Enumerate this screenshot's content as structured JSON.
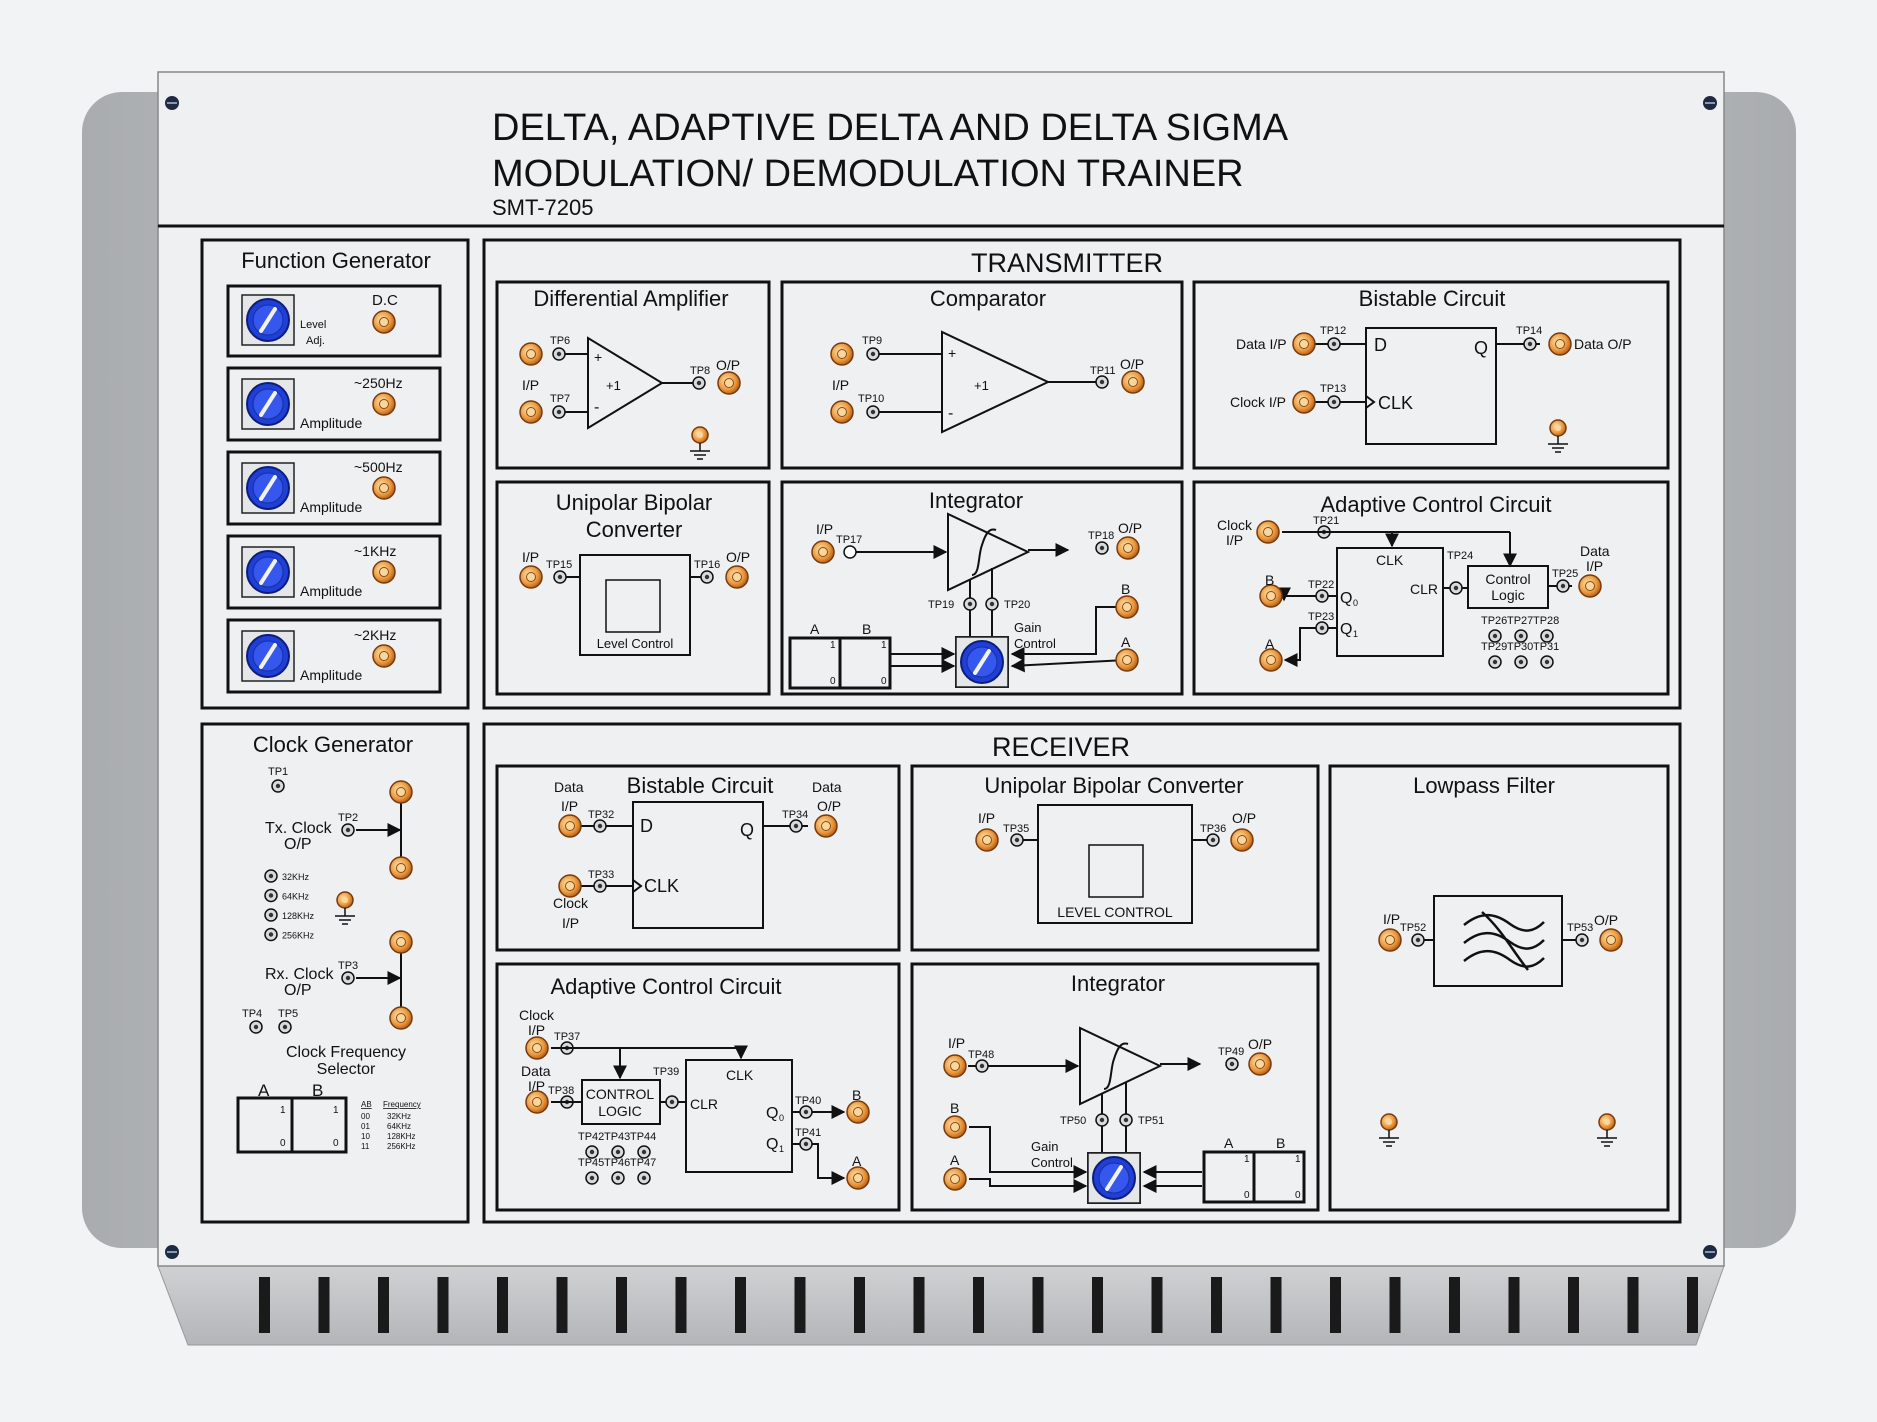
{
  "header": {
    "title_line1": "DELTA, ADAPTIVE DELTA AND DELTA SIGMA",
    "title_line2": "MODULATION/ DEMODULATION TRAINER",
    "model": "SMT-7205"
  },
  "function_generator": {
    "title": "Function Generator",
    "dc_label": "D.C",
    "level_adj_line1": "Level",
    "level_adj_line2": "Adj.",
    "rows": [
      {
        "freq": "~250Hz",
        "label": "Amplitude"
      },
      {
        "freq": "~500Hz",
        "label": "Amplitude"
      },
      {
        "freq": "~1KHz",
        "label": "Amplitude"
      },
      {
        "freq": "~2KHz",
        "label": "Amplitude"
      }
    ]
  },
  "clock_generator": {
    "title": "Clock Generator",
    "tx_clock": "Tx. Clock",
    "rx_clock": "Rx. Clock",
    "op": "O/P",
    "tp1": "TP1",
    "tp2": "TP2",
    "tp3": "TP3",
    "tp4": "TP4",
    "tp5": "TP5",
    "freq_leds": [
      "32KHz",
      "64KHz",
      "128KHz",
      "256KHz"
    ],
    "selector_line1": "Clock Frequency",
    "selector_line2": "Selector",
    "switch_a": "A",
    "switch_b": "B",
    "sw_one": "1",
    "sw_zero": "0",
    "table_head_ab": "AB",
    "table_head_freq": "Frequency",
    "table_rows": [
      {
        "ab": "00",
        "freq": "32KHz"
      },
      {
        "ab": "01",
        "freq": "64KHz"
      },
      {
        "ab": "10",
        "freq": "128KHz"
      },
      {
        "ab": "11",
        "freq": "256KHz"
      }
    ]
  },
  "transmitter": {
    "title": "TRANSMITTER",
    "diff_amp": {
      "title": "Differential Amplifier",
      "ip": "I/P",
      "op": "O/P",
      "tp6": "TP6",
      "tp7": "TP7",
      "tp8": "TP8",
      "gain": "+1",
      "plus": "+",
      "minus": "-"
    },
    "comparator": {
      "title": "Comparator",
      "ip": "I/P",
      "op": "O/P",
      "tp9": "TP9",
      "tp10": "TP10",
      "tp11": "TP11",
      "gain": "+1",
      "plus": "+",
      "minus": "-"
    },
    "bistable": {
      "title": "Bistable Circuit",
      "data_ip": "Data I/P",
      "clock_ip": "Clock I/P",
      "data_op": "Data O/P",
      "tp12": "TP12",
      "tp13": "TP13",
      "tp14": "TP14",
      "d": "D",
      "q": "Q",
      "clk": "CLK"
    },
    "unipolar": {
      "title_line1": "Unipolar Bipolar",
      "title_line2": "Converter",
      "ip": "I/P",
      "op": "O/P",
      "tp15": "TP15",
      "tp16": "TP16",
      "level": "Level Control"
    },
    "integrator": {
      "title": "Integrator",
      "ip": "I/P",
      "op": "O/P",
      "tp17": "TP17",
      "tp18": "TP18",
      "tp19": "TP19",
      "tp20": "TP20",
      "gain_line1": "Gain",
      "gain_line2": "Control",
      "a": "A",
      "b": "B",
      "one": "1",
      "zero": "0"
    },
    "adaptive": {
      "title": "Adaptive Control Circuit",
      "clock_line1": "Clock",
      "clock_line2": "I/P",
      "data_line1": "Data",
      "data_line2": "I/P",
      "tp21": "TP21",
      "tp22": "TP22",
      "tp23": "TP23",
      "tp24": "TP24",
      "tp25": "TP25",
      "clk": "CLK",
      "clr": "CLR",
      "logic_line1": "Control",
      "logic_line2": "Logic",
      "q0": "Q",
      "q1": "Q",
      "sub0": "0",
      "sub1": "1",
      "b": "B",
      "a": "A",
      "leds_top": [
        "TP26",
        "TP27",
        "TP28"
      ],
      "leds_bottom": [
        "TP29",
        "TP30",
        "TP31"
      ]
    }
  },
  "receiver": {
    "title": "RECEIVER",
    "bistable": {
      "title": "Bistable Circuit",
      "data": "Data",
      "ip": "I/P",
      "op": "O/P",
      "clock": "Clock",
      "tp32": "TP32",
      "tp33": "TP33",
      "tp34": "TP34",
      "d": "D",
      "q": "Q",
      "clk": "CLK"
    },
    "unipolar": {
      "title": "Unipolar Bipolar Converter",
      "ip": "I/P",
      "op": "O/P",
      "tp35": "TP35",
      "tp36": "TP36",
      "level": "LEVEL CONTROL"
    },
    "lowpass": {
      "title": "Lowpass Filter",
      "ip": "I/P",
      "op": "O/P",
      "tp52": "TP52",
      "tp53": "TP53"
    },
    "adaptive": {
      "title": "Adaptive Control Circuit",
      "clock": "Clock",
      "data": "Data",
      "ip": "I/P",
      "tp37": "TP37",
      "tp38": "TP38",
      "tp39": "TP39",
      "tp40": "TP40",
      "tp41": "TP41",
      "logic_line1": "CONTROL",
      "logic_line2": "LOGIC",
      "clk": "CLK",
      "clr": "CLR",
      "q0": "Q",
      "q1": "Q",
      "sub0": "0",
      "sub1": "1",
      "b": "B",
      "a": "A",
      "leds_top": [
        "TP42",
        "TP43",
        "TP44"
      ],
      "leds_bottom": [
        "TP45",
        "TP46",
        "TP47"
      ]
    },
    "integrator": {
      "title": "Integrator",
      "ip": "I/P",
      "op": "O/P",
      "tp48": "TP48",
      "tp49": "TP49",
      "tp50": "TP50",
      "tp51": "TP51",
      "gain_line1": "Gain",
      "gain_line2": "Control",
      "a": "A",
      "b": "B",
      "one": "1",
      "zero": "0"
    }
  },
  "colors": {
    "panel": "#eef0f1",
    "line": "#111111",
    "socket_outer": "#c9651c",
    "socket_inner": "#f2c27a",
    "knob": "#1f3fd6",
    "chassis": "#c7c9cb"
  }
}
